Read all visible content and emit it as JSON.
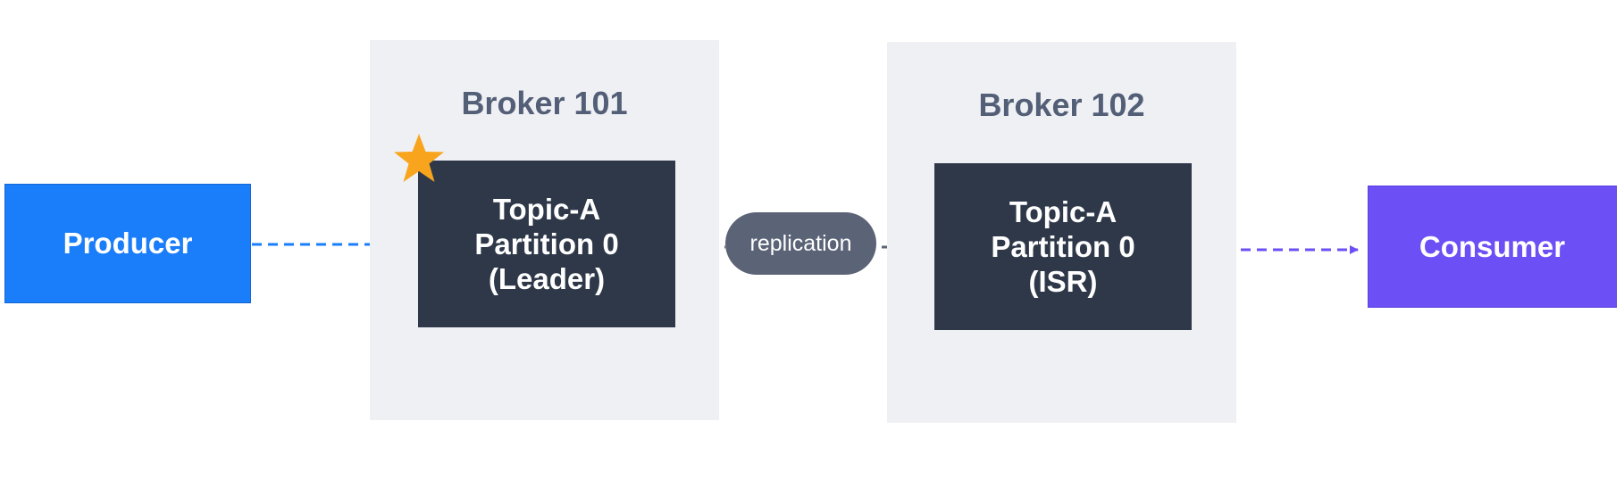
{
  "producer": {
    "label": "Producer",
    "color": "#1a7df9"
  },
  "consumer": {
    "label": "Consumer",
    "color": "#6c4ff5"
  },
  "brokers": [
    {
      "title": "Broker 101",
      "partition": {
        "line1": "Topic-A",
        "line2": "Partition 0",
        "line3": "(Leader)"
      },
      "leader_marker": "star-icon"
    },
    {
      "title": "Broker 102",
      "partition": {
        "line1": "Topic-A",
        "line2": "Partition 0",
        "line3": "(ISR)"
      }
    }
  ],
  "replication": {
    "label": "replication"
  },
  "colors": {
    "broker_bg": "#eff0f4",
    "partition_bg": "#2e3849",
    "title_text": "#535f77",
    "star": "#f8a51d",
    "producer_arrow": "#1a7df9",
    "replication_arrow": "#5b6376",
    "consumer_arrow": "#6c4ff5"
  }
}
